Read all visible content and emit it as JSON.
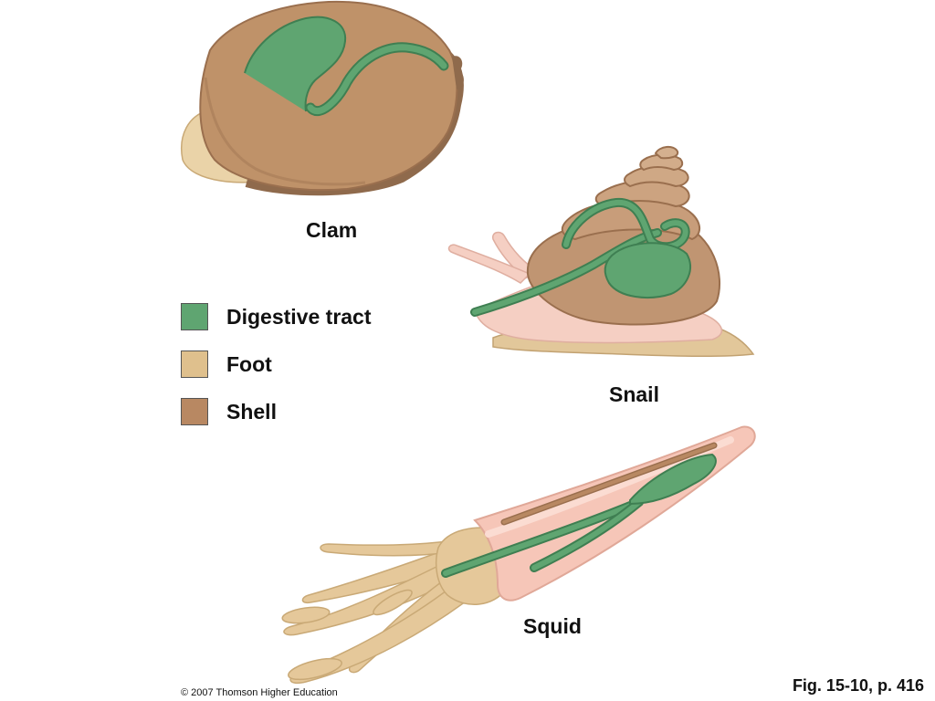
{
  "labels": {
    "clam": "Clam",
    "snail": "Snail",
    "squid": "Squid"
  },
  "legend": [
    {
      "label": "Digestive tract",
      "color": "#5fa571"
    },
    {
      "label": "Foot",
      "color": "#dfc08d"
    },
    {
      "label": "Shell",
      "color": "#b88862"
    }
  ],
  "footer": {
    "copyright": "© 2007 Thomson Higher Education",
    "figure_ref": "Fig. 15-10, p. 416"
  },
  "colors": {
    "digestive": "#5fa571",
    "digestive_dark": "#3f7f52",
    "foot": "#e5c89a",
    "shell": "#b88862",
    "mantle_pink": "#f5c8bc",
    "outline": "#9a6f4e"
  }
}
